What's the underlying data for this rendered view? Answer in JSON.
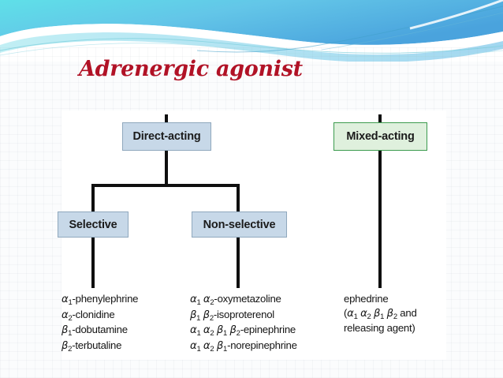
{
  "slide": {
    "title": "Adrenergic agonist",
    "title_color": "#b11226",
    "background_color": "#fbfcfd",
    "panel_color": "#ffffff",
    "header_gradient_from": "#4fd9e8",
    "header_gradient_to": "#4aa8e0"
  },
  "diagram": {
    "nodes": {
      "direct": {
        "label": "Direct-acting",
        "fill": "#c7d8e8",
        "border": "#8fa8bd"
      },
      "mixed": {
        "label": "Mixed-acting",
        "fill": "#dff0dd",
        "border": "#3c9b4e"
      },
      "selective": {
        "label": "Selective",
        "fill": "#c7d8e8",
        "border": "#8fa8bd"
      },
      "nonselective": {
        "label": "Non-selective",
        "fill": "#c7d8e8",
        "border": "#8fa8bd"
      }
    },
    "columns": {
      "selective": {
        "lines": [
          {
            "greek": "α",
            "sub": "1",
            "text": "-phenylephrine"
          },
          {
            "greek": "α",
            "sub": "2",
            "text": "-clonidine"
          },
          {
            "greek": "β",
            "sub": "1",
            "text": "-dobutamine"
          },
          {
            "greek": "β",
            "sub": "2",
            "text": "-terbutaline"
          }
        ]
      },
      "nonselective": {
        "lines": [
          {
            "text": "α1 α2-oxymetazoline"
          },
          {
            "text": "β1 β2-isoproterenol"
          },
          {
            "text": "α1 α2 β1 β2-epinephrine"
          },
          {
            "text": "α1 α2 β1-norepinephrine"
          }
        ]
      },
      "mixed": {
        "lines": [
          {
            "text": "ephedrine"
          },
          {
            "text": "(α1 α2 β1 β2 and"
          },
          {
            "text": "releasing agent)"
          }
        ]
      }
    }
  }
}
